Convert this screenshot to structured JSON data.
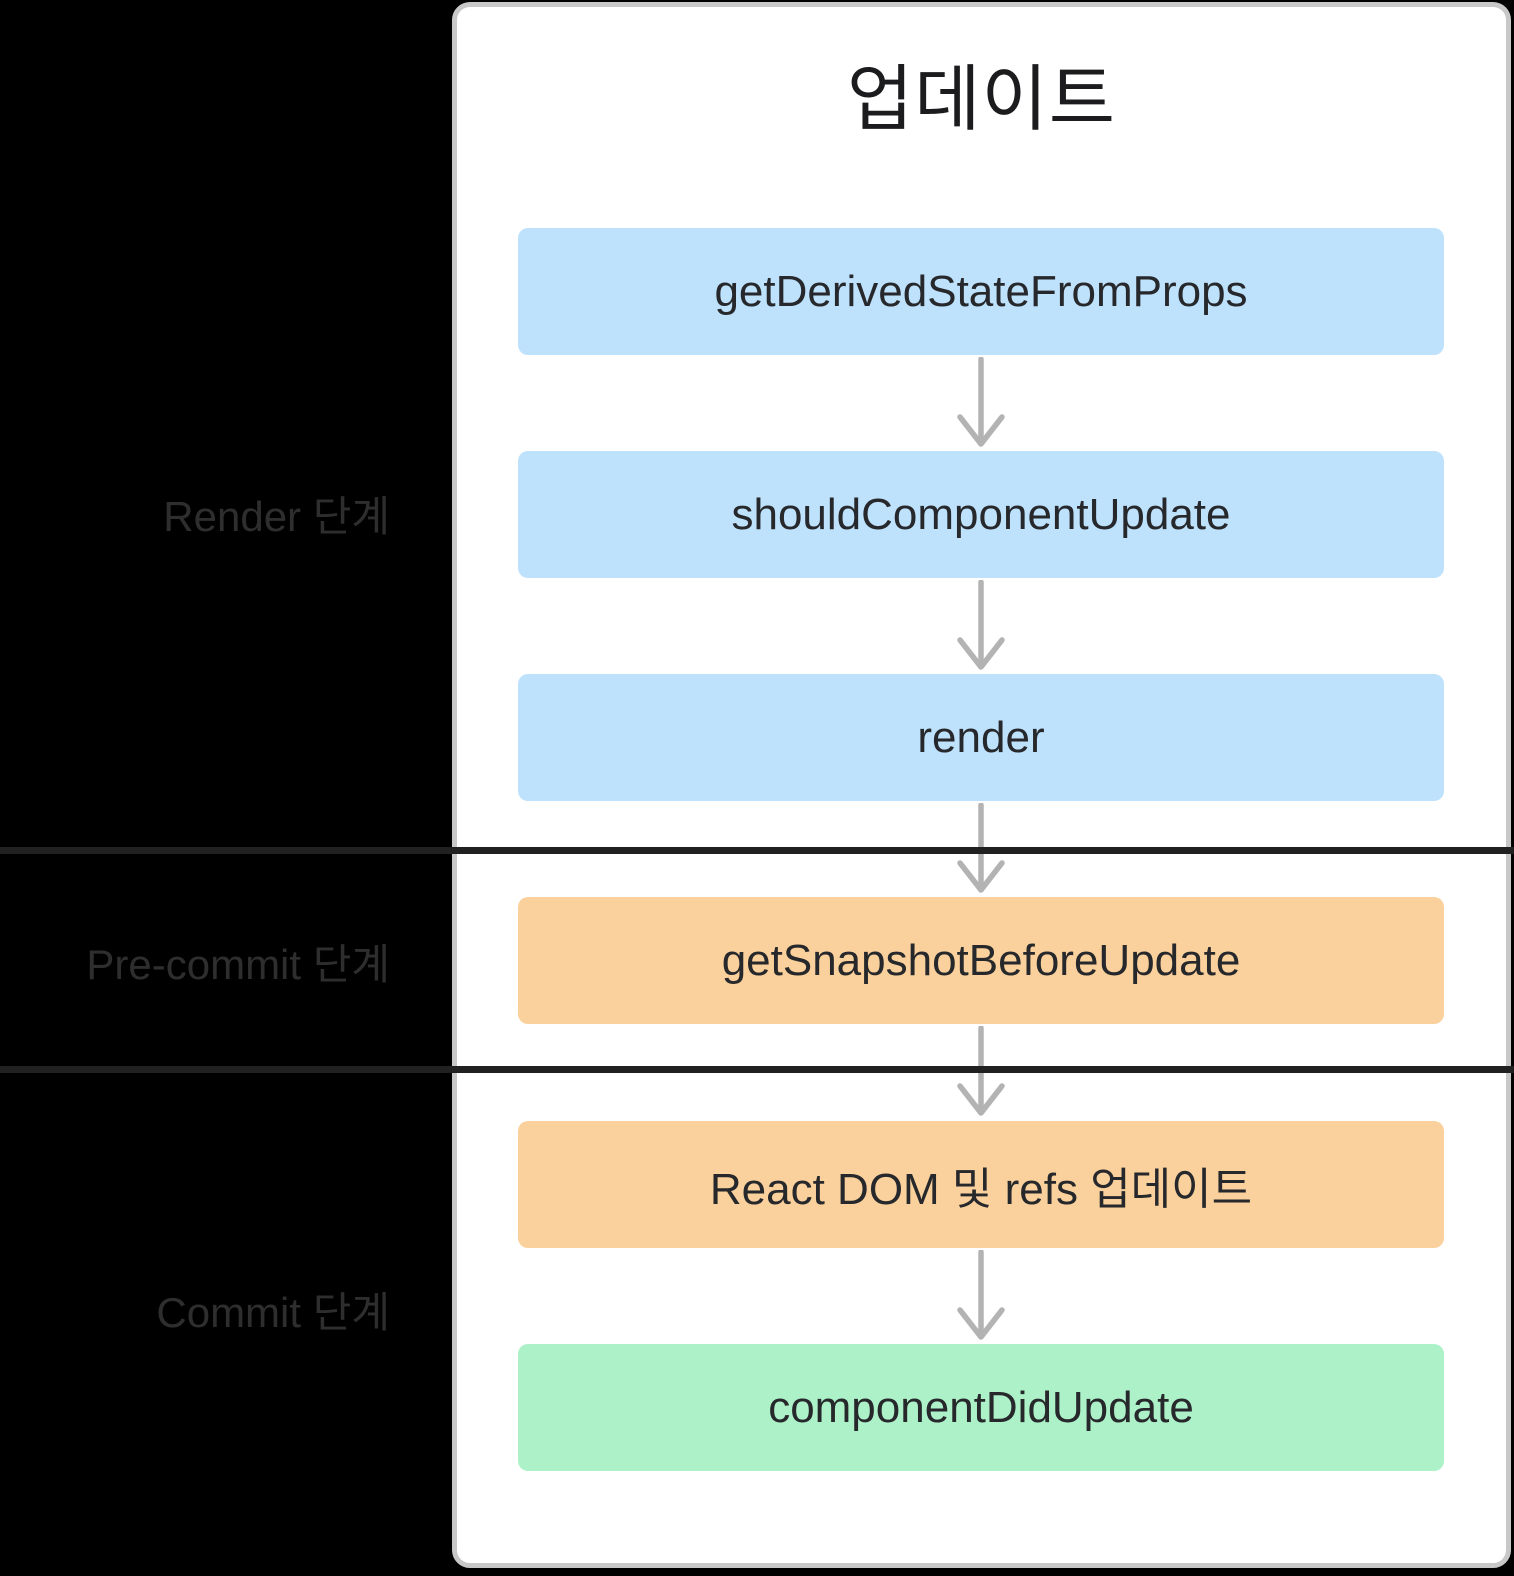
{
  "diagram": {
    "title": "업데이트",
    "phases": [
      {
        "id": "render",
        "label": "Render 단계"
      },
      {
        "id": "pre-commit",
        "label": "Pre-commit 단계"
      },
      {
        "id": "commit",
        "label": "Commit 단계"
      }
    ],
    "nodes": [
      {
        "id": "getDerivedStateFromProps",
        "label": "getDerivedStateFromProps",
        "phase": "render",
        "color": "#bee1fc"
      },
      {
        "id": "shouldComponentUpdate",
        "label": "shouldComponentUpdate",
        "phase": "render",
        "color": "#bee1fc"
      },
      {
        "id": "render",
        "label": "render",
        "phase": "render",
        "color": "#bee1fc"
      },
      {
        "id": "getSnapshotBeforeUpdate",
        "label": "getSnapshotBeforeUpdate",
        "phase": "pre-commit",
        "color": "#fad19c"
      },
      {
        "id": "reactDomRefsUpdate",
        "label": "React DOM 및 refs 업데이트",
        "phase": "commit",
        "color": "#fad19c"
      },
      {
        "id": "componentDidUpdate",
        "label": "componentDidUpdate",
        "phase": "commit",
        "color": "#adf1c8"
      }
    ],
    "flow": [
      "getDerivedStateFromProps -> shouldComponentUpdate",
      "shouldComponentUpdate -> render",
      "render -> getSnapshotBeforeUpdate",
      "getSnapshotBeforeUpdate -> reactDomRefsUpdate",
      "reactDomRefsUpdate -> componentDidUpdate"
    ],
    "colors": {
      "page_background": "#000000",
      "card_background": "#ffffff",
      "card_border": "#c8c8c8",
      "render_box": "#bee1fc",
      "precommit_box": "#fad19c",
      "commit_box": "#adf1c8",
      "arrow": "#b3b3b3",
      "divider": "#212121",
      "title_text": "#1c1c1e",
      "node_text": "#26282b",
      "phase_label_text": "#2e2e2e"
    }
  }
}
